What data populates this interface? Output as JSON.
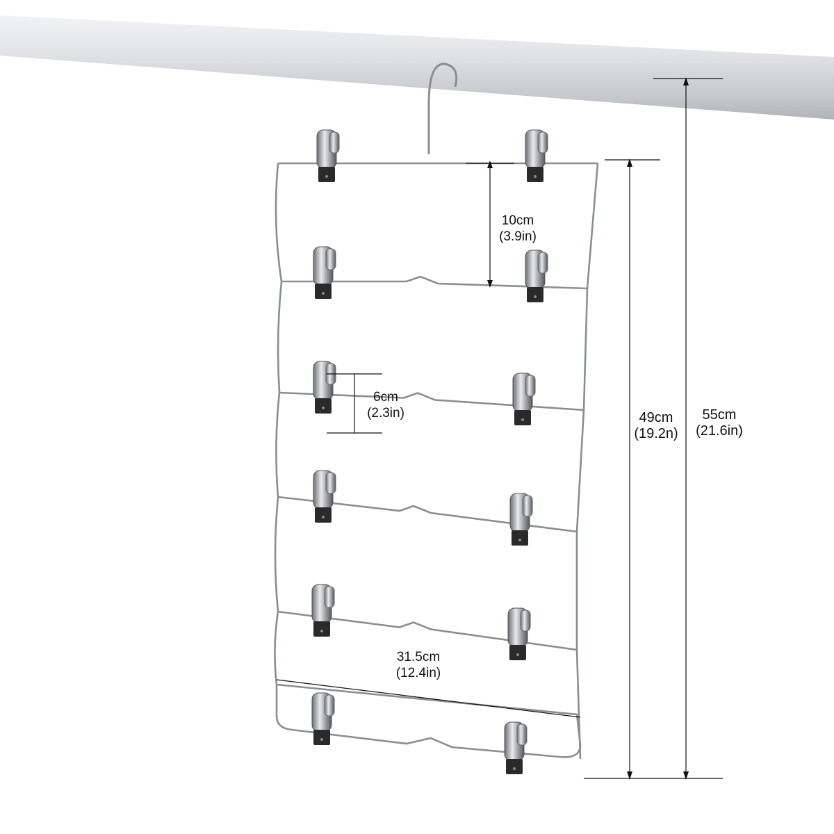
{
  "dimensions": {
    "tier_spacing": {
      "metric": "10cm",
      "imperial": "(3.9in)"
    },
    "clip_height": {
      "metric": "6cm",
      "imperial": "(2.3in)"
    },
    "hanger_height": {
      "metric": "49cm",
      "imperial": "(19.2n)"
    },
    "total_height": {
      "metric": "55cm",
      "imperial": "(21.6in)"
    },
    "width": {
      "metric": "31.5cm",
      "imperial": "(12.4in)"
    }
  },
  "product": {
    "tiers": 6,
    "clips_per_tier": 2
  },
  "colors": {
    "rod": "#d4d6da",
    "wire": "#8a8d92",
    "clip_tip": "#2a2a2a",
    "annotation": "#111111"
  }
}
